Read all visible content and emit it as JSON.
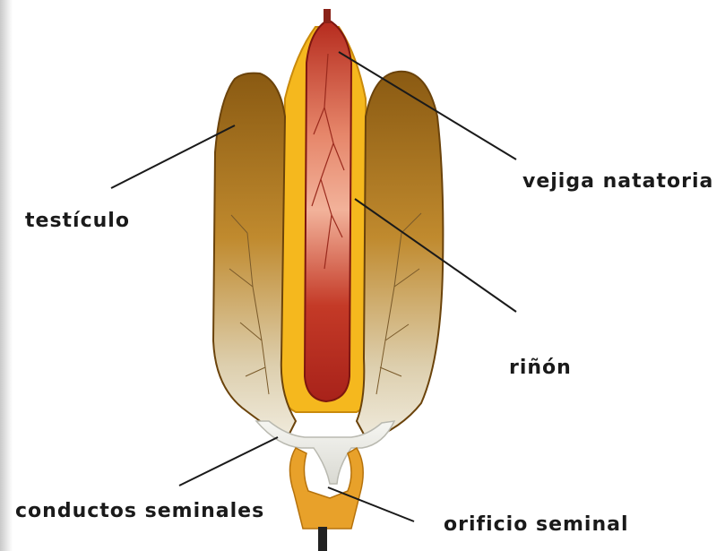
{
  "labels": {
    "vejiga": "vejiga natatoria",
    "testiculo": "testículo",
    "rinon": "riñón",
    "conductos": "conductos seminales",
    "orificio": "orificio seminal"
  },
  "colors": {
    "testis_top": "#8a5a12",
    "testis_mid": "#c08a2e",
    "testis_bottom": "#ece4cf",
    "bladder": "#f5b81e",
    "kidney_top": "#b52a1d",
    "kidney_light": "#f0a98e",
    "duct": "#eeeee8",
    "line": "#1a1a1a"
  }
}
